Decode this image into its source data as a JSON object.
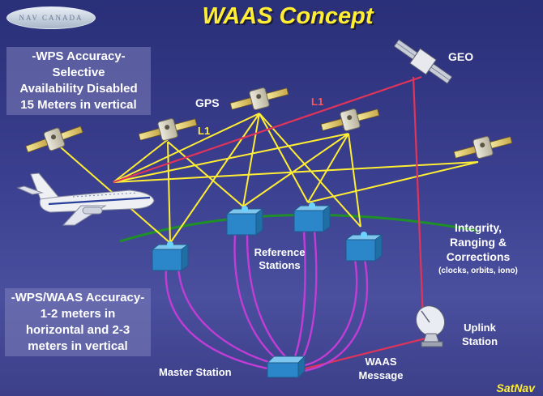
{
  "title": "WAAS Concept",
  "logo_text": "NAV CANADA",
  "wps_accuracy": {
    "line1": "-WPS Accuracy-",
    "line2": "Selective",
    "line3": "Availability Disabled",
    "line4": "15 Meters in vertical"
  },
  "waas_accuracy": {
    "line1": "-WPS/WAAS Accuracy-",
    "line2": "1-2 meters in",
    "line3": "horizontal and 2-3",
    "line4": "meters in vertical"
  },
  "labels": {
    "gps": "GPS",
    "geo": "GEO",
    "l1_yellow": "L1",
    "l1_red": "L1",
    "reference_line1": "Reference",
    "reference_line2": "Stations",
    "integrity_line1": "Integrity,",
    "integrity_line2": "Ranging &",
    "integrity_line3": "Corrections",
    "integrity_line4": "(clocks, orbits, iono)",
    "uplink_line1": "Uplink",
    "uplink_line2": "Station",
    "master": "Master Station",
    "waas_line1": "WAAS",
    "waas_line2": "Message",
    "satnav": "SatNav"
  },
  "colors": {
    "gps_signal": "#ffee33",
    "geo_signal": "#e0345a",
    "ground_link": "#c23cd6",
    "horizon": "#1f8f2a",
    "station": "#2b87c9"
  },
  "icons": [
    "gps-satellite-icon",
    "geo-satellite-icon",
    "airplane-icon",
    "reference-station-icon",
    "master-station-icon",
    "uplink-dish-icon"
  ]
}
